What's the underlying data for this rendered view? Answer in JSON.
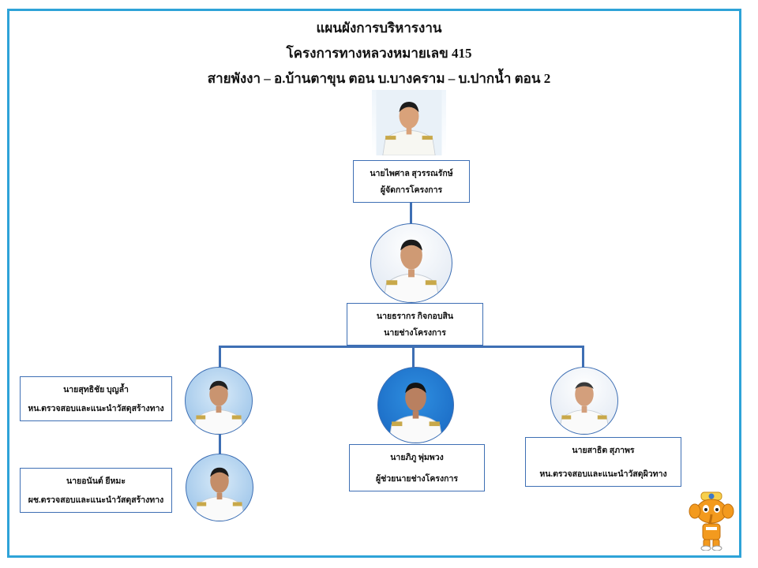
{
  "title": {
    "line1": "แผนผังการบริหารงาน",
    "line2": "โครงการทางหลวงหมายเลข 415",
    "line3": "สายพังงา – อ.บ้านตาขุน ตอน บ.บางคราม – บ.ปากน้ำ ตอน 2"
  },
  "people": {
    "manager": {
      "name": "นายไพศาล สุวรรณรักษ์",
      "role": "ผู้จัดการโครงการ"
    },
    "engineer": {
      "name": "นายธรากร กิจกอบสิน",
      "role": "นายช่างโครงการ"
    },
    "left1": {
      "name": "นายสุทธิชัย บุญล้ำ",
      "role": "หน.ตรวจสอบและแนะนำวัสดุสร้างทาง"
    },
    "left2": {
      "name": "นายอนันต์ ยีหมะ",
      "role": "ผช.ตรวจสอบและแนะนำวัสดุสร้างทาง"
    },
    "middle": {
      "name": "นายภิภู พุ่มพวง",
      "role": "ผู้ช่วยนายช่างโครงการ"
    },
    "right": {
      "name": "นายสาธิต สุภาพร",
      "role": "หน.ตรวจสอบและแนะนำวัสดุผิวทาง"
    }
  },
  "colors": {
    "frame": "#2ea3d8",
    "connector": "#3e6fb4",
    "mascot": "#f39a1e"
  },
  "icons": {
    "person": "person-photo-icon",
    "mascot": "mascot-icon"
  }
}
